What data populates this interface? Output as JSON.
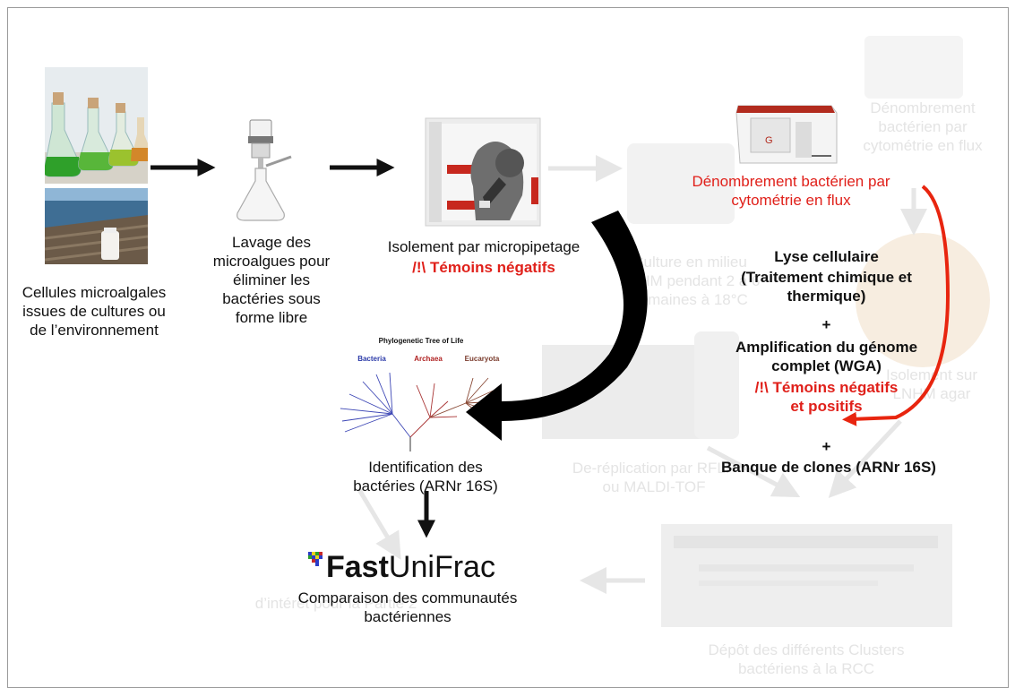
{
  "steps": {
    "cells": "Cellules microalgales issues de cultures ou de l’environnement",
    "wash": "Lavage des microalgues pour éliminer les bactéries sous forme libre",
    "isolation": "Isolement par micropipetage",
    "isolation_controls": "/!\\ Témoins négatifs",
    "counting_faded": "Dénombrement bactérien par cytométrie en flux",
    "counting": "Dénombrement bactérien par cytométrie en flux",
    "culture_faded": "Culture en milieu LNHM pendant 2 à 6 semaines à 18°C",
    "plating_faded": "Isolement sur LNHM agar",
    "lysis_title": "Lyse cellulaire",
    "lysis_detail": "(Traitement chimique et thermique)",
    "plus1": "+",
    "wga": "Amplification du génome complet (WGA)",
    "wga_controls": "/!\\ Témoins négatifs et positifs",
    "plus2": "+",
    "clones": "Banque de clones (ARNr 16S)",
    "dereplication_faded": "De-réplication par RFLP ou MALDI-TOF",
    "identification": "Identification des bactéries (ARNr 16S)",
    "interest_faded": "d’intérêt pour la Partie 2",
    "comparison": "Comparaison des communautés bactériennes",
    "deposit_faded": "Dépôt des différents Clusters bactériens à la RCC"
  },
  "tree": {
    "title": "Phylogenetic Tree of Life",
    "bacteria": "Bacteria",
    "archaea": "Archaea",
    "eucaryota": "Eucaryota"
  },
  "logo": {
    "fast": "Fast",
    "unifrac": "UniFrac"
  },
  "colors": {
    "red": "#e0201a",
    "faded": "#e4e4e4"
  }
}
